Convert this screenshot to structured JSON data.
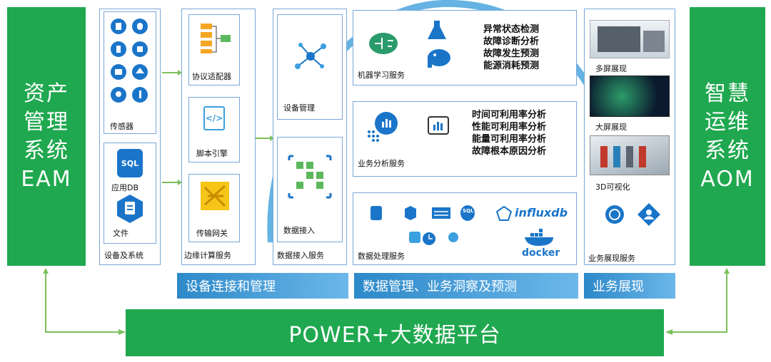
{
  "left_panel": {
    "title": "资产\n管理\n系统\nEAM"
  },
  "right_panel": {
    "title": "智慧\n运维\n系统\nAOM"
  },
  "bottom_bar": {
    "title": "POWER+大数据平台"
  },
  "devices": {
    "sensors_label": "传感器",
    "db_label": "应用DB",
    "db_icon_text": "SQL",
    "file_label": "文件",
    "footer": "设备及系统"
  },
  "edge": {
    "protocol_label": "协议适配器",
    "script_label": "脚本引擎",
    "gateway_label": "传输网关",
    "footer": "边缘计算服务"
  },
  "ingest": {
    "device_mgmt_label": "设备管理",
    "data_ingest_label": "数据接入",
    "footer": "数据接入服务"
  },
  "ml": {
    "label": "机器学习服务",
    "list": "异常状态检测\n故障诊断分析\n故障发生预测\n能源消耗预测"
  },
  "ba": {
    "label": "业务分析服务",
    "list": "时间可利用率分析\n性能可利用率分析\n能量可利用率分析\n故障根本原因分析"
  },
  "dp": {
    "label": "数据处理服务",
    "influx": "influxdb",
    "docker": "docker",
    "sql_text": "SQL"
  },
  "display": {
    "multi_screen": "多屏展现",
    "big_screen": "大屏展现",
    "viz3d": "3D可视化",
    "footer": "业务展现服务"
  },
  "section_bars": {
    "device_conn": "设备连接和管理",
    "data_mgmt": "数据管理、业务洞察及预测",
    "biz_display": "业务展现"
  },
  "colors": {
    "green": "#1fa84f",
    "azure": "#1a75c9",
    "border": "#7aa7d8"
  }
}
